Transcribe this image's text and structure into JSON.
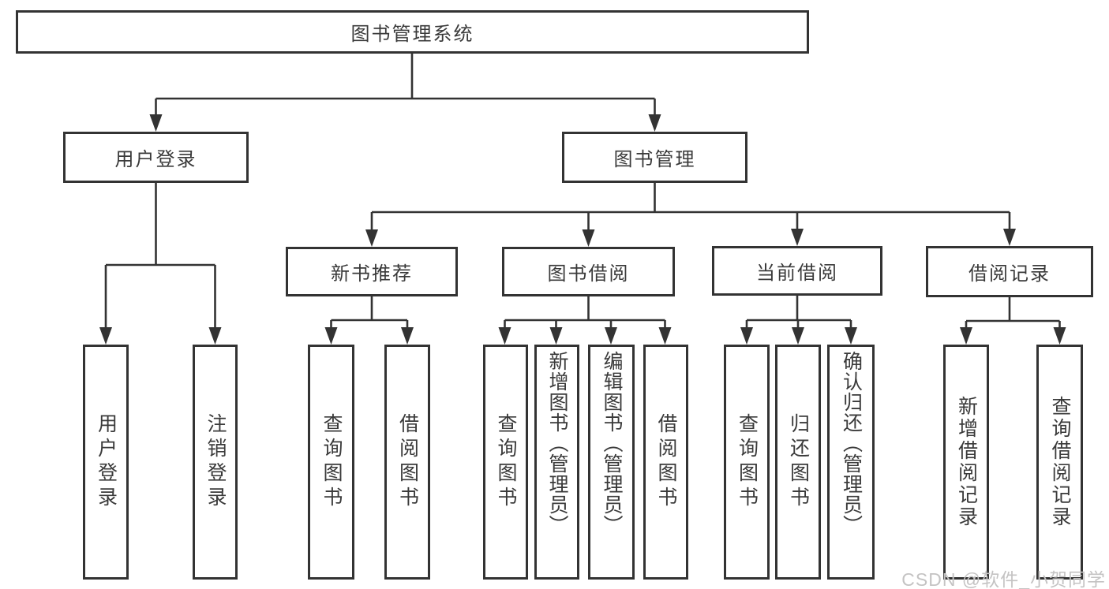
{
  "nodes": {
    "root": "图书管理系统",
    "user_login": "用户登录",
    "book_mgmt": "图书管理",
    "new_book_rec": "新书推荐",
    "book_borrow": "图书借阅",
    "current_borrow": "当前借阅",
    "borrow_record": "借阅记录",
    "ul_user_login": "用户登录",
    "ul_logout": "注销登录",
    "nb_query_book": "查询图书",
    "nb_borrow_book": "借阅图书",
    "bb_query_book": "查询图书",
    "bb_add_book": "新增图书（管理员）",
    "bb_edit_book": "编辑图书（管理员）",
    "bb_borrow_book": "借阅图书",
    "cb_query_book": "查询图书",
    "cb_return_book": "归还图书",
    "cb_confirm_return": "确认归还（管理员）",
    "br_add_record": "新增借阅记录",
    "br_query_record": "查询借阅记录"
  },
  "hierarchy": {
    "图书管理系统": {
      "用户登录": [
        "用户登录",
        "注销登录"
      ],
      "图书管理": {
        "新书推荐": [
          "查询图书",
          "借阅图书"
        ],
        "图书借阅": [
          "查询图书",
          "新增图书（管理员）",
          "编辑图书（管理员）",
          "借阅图书"
        ],
        "当前借阅": [
          "查询图书",
          "归还图书",
          "确认归还（管理员）"
        ],
        "借阅记录": [
          "新增借阅记录",
          "查询借阅记录"
        ]
      }
    }
  },
  "watermark": "CSDN @软件_小贺同学",
  "colors": {
    "line": "#333333",
    "text": "#3a3a3a",
    "watermark": "#c4c3c3",
    "background": "#ffffff"
  }
}
